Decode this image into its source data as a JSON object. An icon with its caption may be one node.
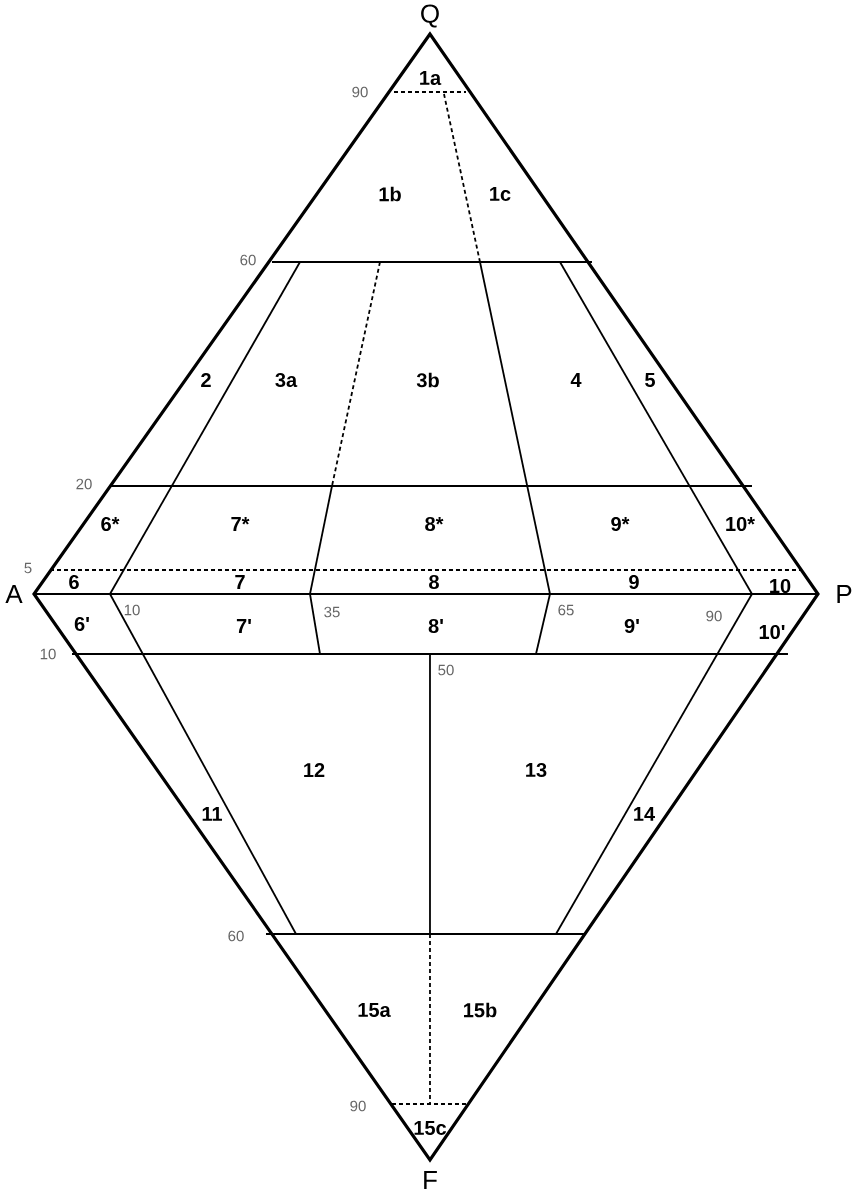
{
  "diagram": {
    "labels": [
      "Q",
      "1a",
      "90",
      "1b",
      "1c",
      "60",
      "2",
      "3a",
      "3b",
      "4",
      "5",
      "20",
      "6*",
      "7*",
      "8*",
      "9*",
      "10*",
      "5",
      "A",
      "6",
      "7",
      "8",
      "9",
      "10",
      "P",
      "6'",
      "10",
      "7'",
      "35",
      "8'",
      "65",
      "9'",
      "90",
      "10'",
      "10",
      "50",
      "11",
      "12",
      "13",
      "14",
      "60",
      "15a",
      "15b",
      "90",
      "15c",
      "F"
    ]
  }
}
